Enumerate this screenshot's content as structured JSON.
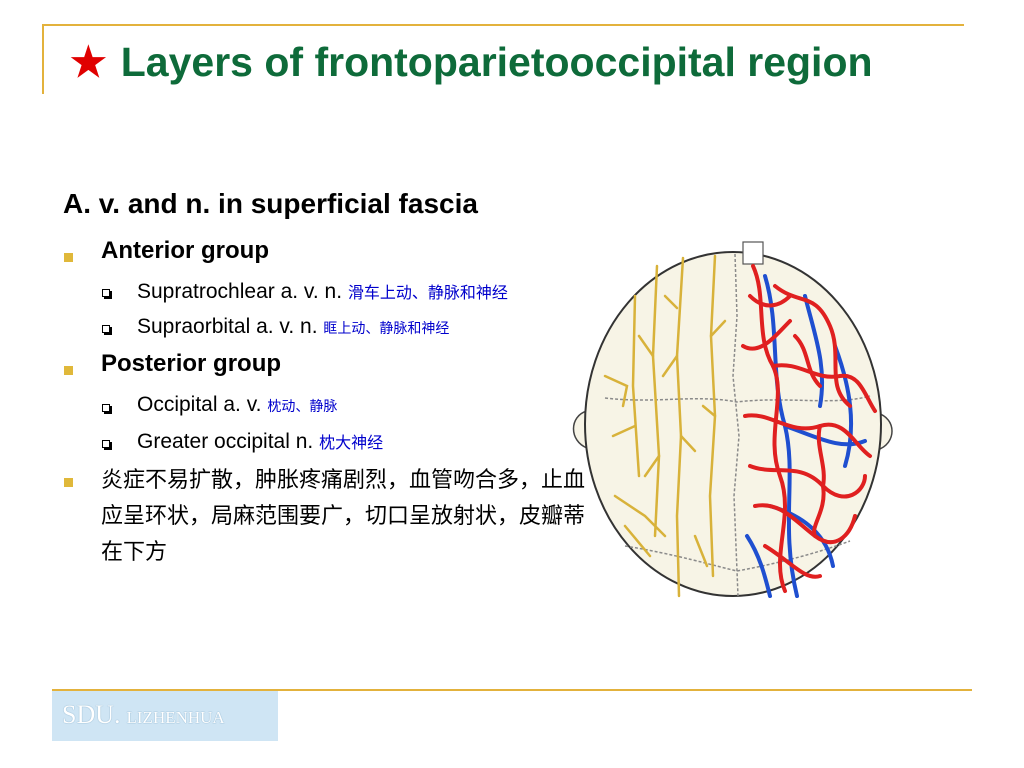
{
  "title": {
    "star": "★",
    "text": "Layers of frontoparietooccipital region"
  },
  "heading": "A. v. and n. in superficial fascia",
  "anterior": {
    "label": "Anterior group",
    "items": [
      {
        "en": "Supratrochlear a. v. n.",
        "cn": "滑车上动、静脉和神经"
      },
      {
        "en": "Supraorbital a.  v.  n.",
        "cn": "眶上动、静脉和神经"
      }
    ]
  },
  "posterior": {
    "label": "Posterior group",
    "items": [
      {
        "en": "Occipital a.  v.",
        "cn": "枕动、静脉"
      },
      {
        "en": "Greater occipital n.",
        "cn": "枕大神经"
      }
    ]
  },
  "note": "炎症不易扩散，肿胀疼痛剧烈，血管吻合多，止血应呈环状，局麻范围要广，切口呈放射状，皮瓣蒂在下方",
  "footer": {
    "org": "SDU.",
    "author": "LIZHENHUA"
  },
  "colors": {
    "title": "#0e6b3a",
    "star": "#e00000",
    "accent_line": "#e3b23c",
    "artery": "#e02020",
    "vein": "#1f4fd0",
    "nerve": "#d8b23a",
    "chinese_label": "#0000cc"
  }
}
